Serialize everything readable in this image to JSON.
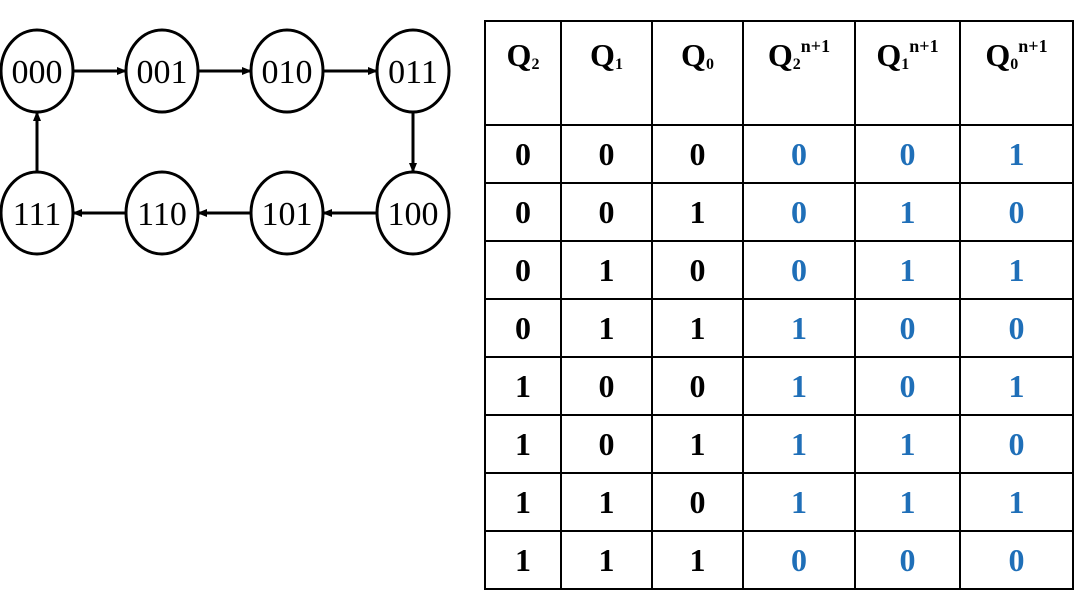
{
  "colors": {
    "current_state_text": "#000000",
    "next_state_text": "#1f6fb8",
    "lines": "#000000"
  },
  "diagram": {
    "states": [
      "000",
      "001",
      "010",
      "011",
      "100",
      "101",
      "110",
      "111"
    ],
    "transitions": [
      [
        "000",
        "001"
      ],
      [
        "001",
        "010"
      ],
      [
        "010",
        "011"
      ],
      [
        "011",
        "100"
      ],
      [
        "100",
        "101"
      ],
      [
        "101",
        "110"
      ],
      [
        "110",
        "111"
      ],
      [
        "111",
        "000"
      ]
    ]
  },
  "table": {
    "headers": [
      {
        "base": "Q",
        "sub": "2",
        "sup": ""
      },
      {
        "base": "Q",
        "sub": "1",
        "sup": ""
      },
      {
        "base": "Q",
        "sub": "0",
        "sup": ""
      },
      {
        "base": "Q",
        "sub": "2",
        "sup": "n+1"
      },
      {
        "base": "Q",
        "sub": "1",
        "sup": "n+1"
      },
      {
        "base": "Q",
        "sub": "0",
        "sup": "n+1"
      }
    ],
    "rows": [
      [
        "0",
        "0",
        "0",
        "0",
        "0",
        "1"
      ],
      [
        "0",
        "0",
        "1",
        "0",
        "1",
        "0"
      ],
      [
        "0",
        "1",
        "0",
        "0",
        "1",
        "1"
      ],
      [
        "0",
        "1",
        "1",
        "1",
        "0",
        "0"
      ],
      [
        "1",
        "0",
        "0",
        "1",
        "0",
        "1"
      ],
      [
        "1",
        "0",
        "1",
        "1",
        "1",
        "0"
      ],
      [
        "1",
        "1",
        "0",
        "1",
        "1",
        "1"
      ],
      [
        "1",
        "1",
        "1",
        "0",
        "0",
        "0"
      ]
    ]
  }
}
